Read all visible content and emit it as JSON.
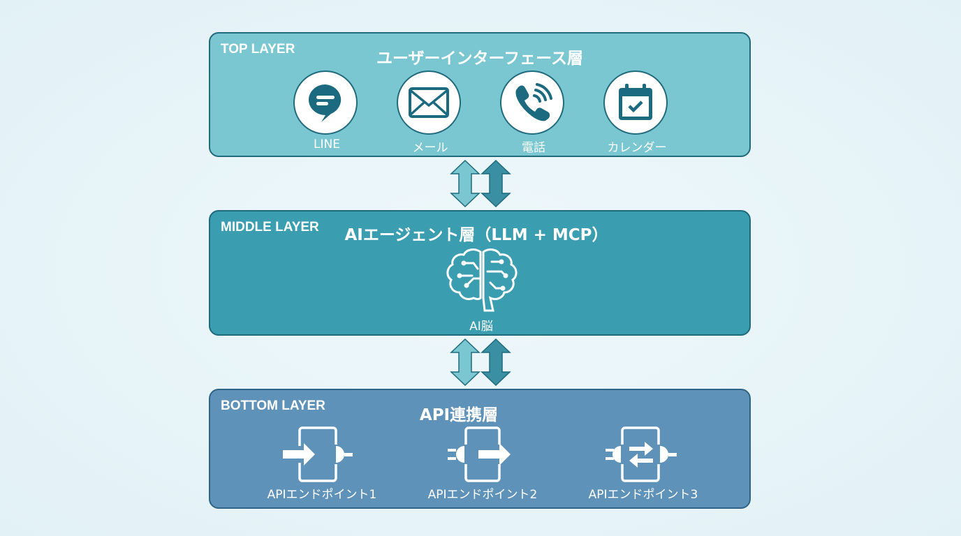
{
  "top_layer": {
    "tag": "TOP LAYER",
    "title": "ユーザーインターフェース層",
    "items": [
      {
        "label": "LINE",
        "icon": "chat-bubble-icon"
      },
      {
        "label": "メール",
        "icon": "envelope-icon"
      },
      {
        "label": "電話",
        "icon": "phone-icon"
      },
      {
        "label": "カレンダー",
        "icon": "calendar-icon"
      }
    ]
  },
  "middle_layer": {
    "tag": "MIDDLE LAYER",
    "title": "AIエージェント層（LLM + MCP）",
    "icon": "brain-circuit-icon",
    "label": "AI脳"
  },
  "bottom_layer": {
    "tag": "BOTTOM LAYER",
    "title": "API連携層",
    "items": [
      {
        "label": "APIエンドポイント1"
      },
      {
        "label": "APIエンドポイント2"
      },
      {
        "label": "APIエンドポイント3"
      }
    ]
  },
  "colors": {
    "top": "#7ac7d2",
    "middle": "#3b9db0",
    "bottom": "#5f92b8",
    "border": "#1f6a7c",
    "icon": "#1c6a80"
  }
}
